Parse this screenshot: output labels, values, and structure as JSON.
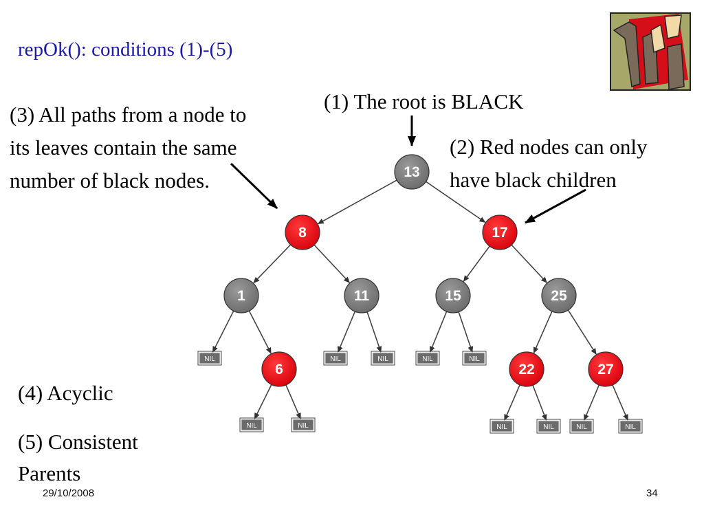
{
  "slide": {
    "title": "repOk(): conditions (1)-(5)",
    "footer_date": "29/10/2008",
    "page_number": "34"
  },
  "annotations": {
    "root_black": "(1) The root is BLACK",
    "red_children": [
      "(2) Red nodes can only",
      "have black children"
    ],
    "black_paths": [
      "(3) All paths from a node to",
      "its leaves contain the same",
      "number of black nodes."
    ],
    "acyclic": "(4) Acyclic",
    "consistent_parents": [
      "(5) Consistent",
      "Parents"
    ]
  },
  "tree": {
    "colors": {
      "black": "#777777",
      "red": "#e8141c",
      "nil": "#6b6b6b"
    },
    "nil_label": "NIL",
    "nodes": [
      {
        "id": "n13",
        "label": "13",
        "color": "black"
      },
      {
        "id": "n8",
        "label": "8",
        "color": "red"
      },
      {
        "id": "n17",
        "label": "17",
        "color": "red"
      },
      {
        "id": "n1",
        "label": "1",
        "color": "black"
      },
      {
        "id": "n11",
        "label": "11",
        "color": "black"
      },
      {
        "id": "n15",
        "label": "15",
        "color": "black"
      },
      {
        "id": "n25",
        "label": "25",
        "color": "black"
      },
      {
        "id": "n6",
        "label": "6",
        "color": "red"
      },
      {
        "id": "n22",
        "label": "22",
        "color": "red"
      },
      {
        "id": "n27",
        "label": "27",
        "color": "red"
      }
    ],
    "edges": [
      [
        "n13",
        "n8"
      ],
      [
        "n13",
        "n17"
      ],
      [
        "n8",
        "n1"
      ],
      [
        "n8",
        "n11"
      ],
      [
        "n17",
        "n15"
      ],
      [
        "n17",
        "n25"
      ],
      [
        "n1",
        "nil1"
      ],
      [
        "n1",
        "n6"
      ],
      [
        "n11",
        "nil2"
      ],
      [
        "n11",
        "nil3"
      ],
      [
        "n15",
        "nil4"
      ],
      [
        "n15",
        "nil5"
      ],
      [
        "n25",
        "n22"
      ],
      [
        "n25",
        "n27"
      ],
      [
        "n6",
        "nil6"
      ],
      [
        "n6",
        "nil7"
      ],
      [
        "n22",
        "nil8"
      ],
      [
        "n22",
        "nil9"
      ],
      [
        "n27",
        "nil10"
      ],
      [
        "n27",
        "nil11"
      ]
    ]
  },
  "logo": {
    "background": "#a6a86a",
    "accent": "#d40f1a",
    "shape": "#f2d9a8",
    "dark": "#7a6a5a"
  }
}
